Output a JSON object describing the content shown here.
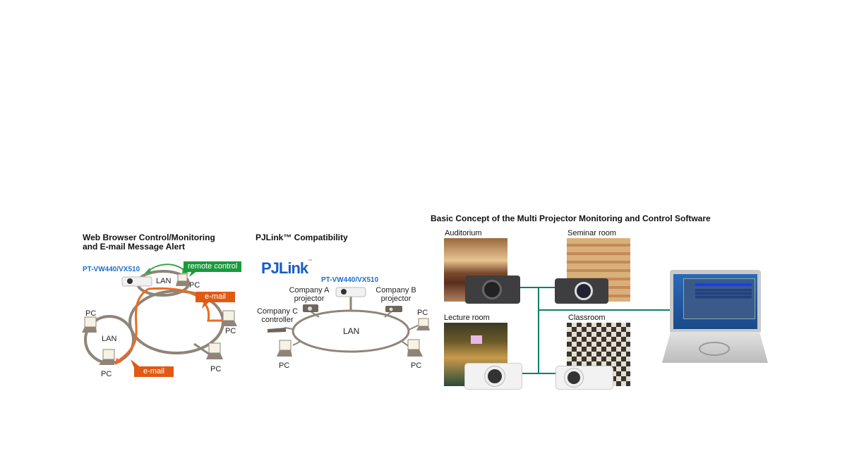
{
  "panel1": {
    "title_line1": "Web Browser Control/Monitoring",
    "title_line2": "and E-mail Message Alert",
    "model": "PT-VW440/VX510",
    "remote_control": "remote control",
    "email_top": "e-mail",
    "email_bottom": "e-mail",
    "lan_top": "LAN",
    "lan_left": "LAN",
    "pc_labels": [
      "PC",
      "PC",
      "PC",
      "PC",
      "PC"
    ]
  },
  "panel2": {
    "title": "PJLink™ Compatibility",
    "logo": "PJLink",
    "logo_tm": "™",
    "model": "PT-VW440/VX510",
    "company_a_line1": "Company A",
    "company_a_line2": "projector",
    "company_b_line1": "Company B",
    "company_b_line2": "projector",
    "company_c_line1": "Company C",
    "company_c_line2": "controller",
    "lan": "LAN",
    "pc_labels": [
      "PC",
      "PC",
      "PC"
    ]
  },
  "panel3": {
    "title": "Basic Concept of the Multi Projector Monitoring and Control Software",
    "rooms": [
      "Auditorium",
      "Seminar room",
      "Lecture room",
      "Classroom"
    ],
    "line_color": "#0d7e6e"
  },
  "colors": {
    "lan_ring": "#8f8478",
    "email_arrow": "#ee6a20",
    "remote_arrow": "#3aa64a",
    "model_blue": "#1a6ecf"
  }
}
